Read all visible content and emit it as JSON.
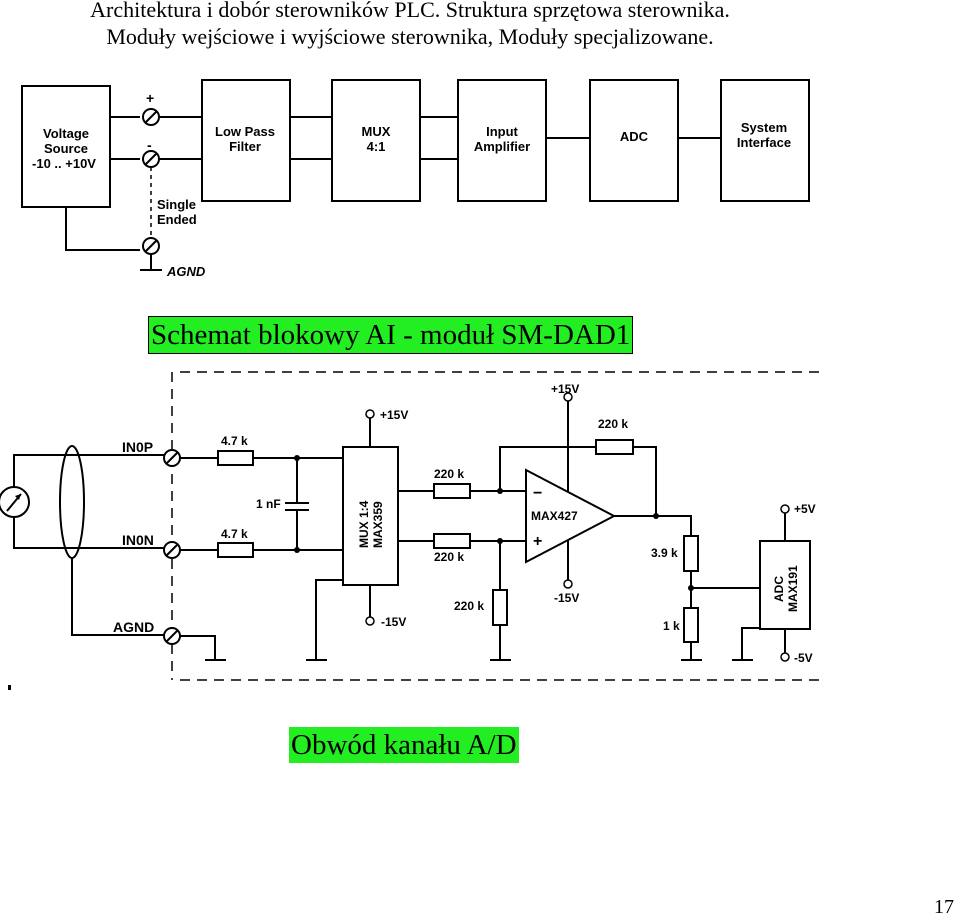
{
  "header": {
    "line1": "Architektura i dobór sterowników PLC. Struktura sprzętowa sterownika.",
    "line2": "Moduły wejściowe i wyjściowe sterownika, Moduły specjalizowane."
  },
  "block_diagram": {
    "voltage_source_l1": "Voltage",
    "voltage_source_l2": "Source",
    "voltage_source_l3": "-10 .. +10V",
    "terminal_plus": "+",
    "terminal_minus": "-",
    "single_l1": "Single",
    "single_l2": "Ended",
    "agnd": "AGND",
    "lowpass_l1": "Low Pass",
    "lowpass_l2": "Filter",
    "mux_l1": "MUX",
    "mux_l2": "4:1",
    "amp_l1": "Input",
    "amp_l2": "Amplifier",
    "adc": "ADC",
    "sysif_l1": "System",
    "sysif_l2": "Interface"
  },
  "caption1": "Schemat blokowy AI - moduł SM-DAD1",
  "circuit": {
    "in0p": "IN0P",
    "in0n": "IN0N",
    "agnd": "AGND",
    "r_in_p": "4.7 k",
    "r_in_n": "4.7 k",
    "cap": "1 nF",
    "mux_l1": "MUX 1:4",
    "mux_l2": "MAX359",
    "mux_vpos": "+15V",
    "mux_vneg": "-15V",
    "r_minus": "220 k",
    "r_plus": "220 k",
    "r_feedback": "220 k",
    "r_ground": "220 k",
    "opamp": "MAX427",
    "opamp_minus": "−",
    "opamp_plus": "+",
    "opamp_vpos": "+15V",
    "opamp_vneg": "-15V",
    "r_div_top": "3.9 k",
    "r_div_bottom": "1 k",
    "adc_l1": "ADC",
    "adc_l2": "MAX191",
    "adc_vpos": "+5V",
    "adc_vneg": "-5V"
  },
  "caption2": "Obwód kanału A/D",
  "page_number": "17"
}
